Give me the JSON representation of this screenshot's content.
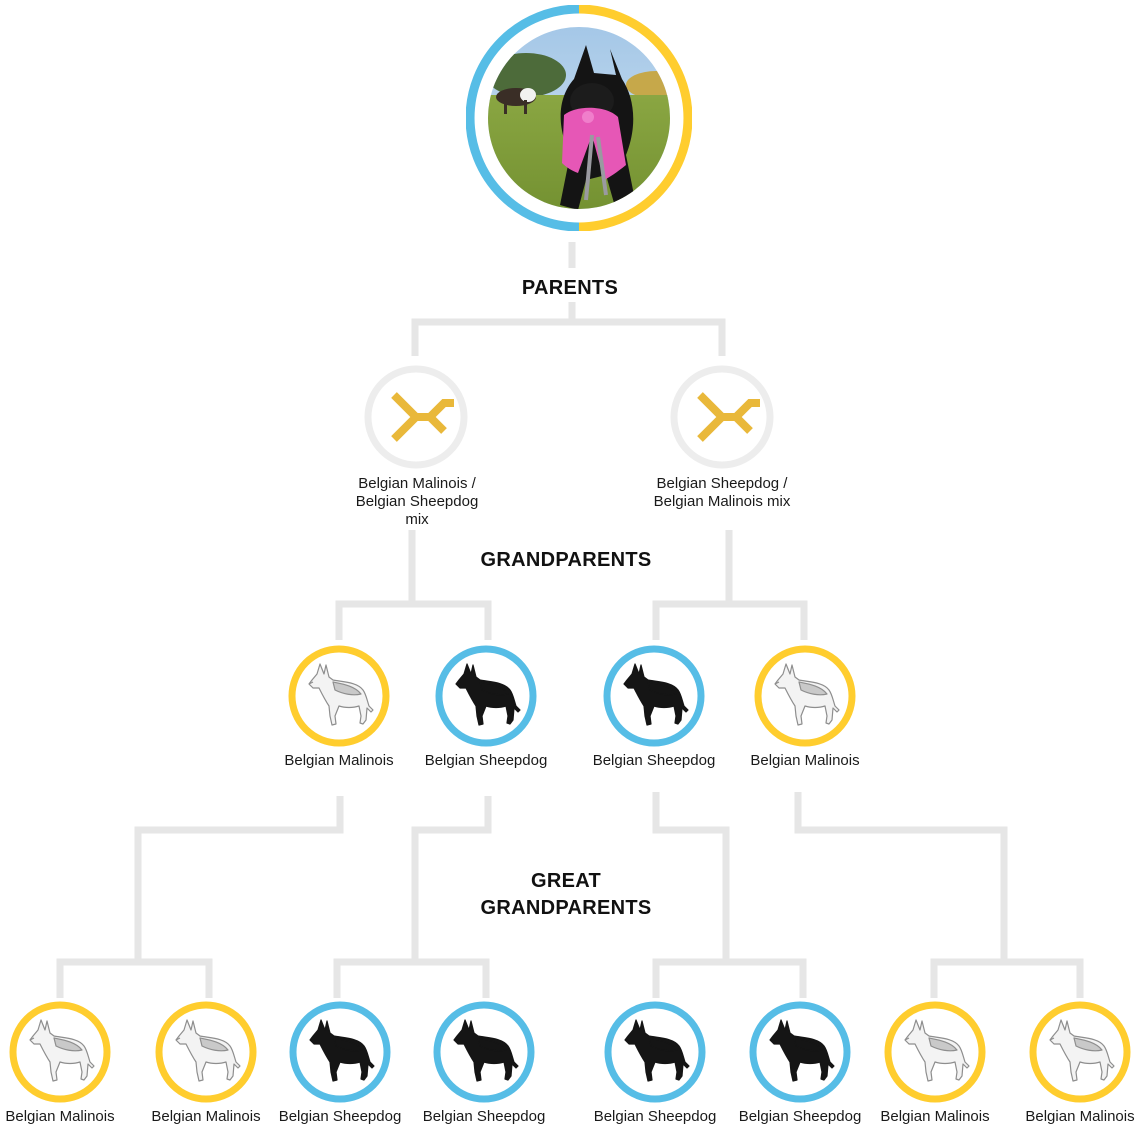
{
  "colors": {
    "malinois_ring": "#ffcd2e",
    "sheepdog_ring": "#56bde6",
    "connector": "#e6e6e6",
    "parent_ring": "#ededed",
    "parent_icon": "#e9b83a",
    "grass": "#7a9a36",
    "toy": "#e657b6"
  },
  "subject": {
    "photo": "black-dog-with-pink-toy-photo",
    "ring": [
      "sheepdog",
      "malinois"
    ]
  },
  "headings": {
    "parents": "PARENTS",
    "grandparents": "GRANDPARENTS",
    "great_grandparents": "GREAT\nGRANDPARENTS"
  },
  "parents": [
    {
      "label": "Belgian Malinois / Belgian Sheepdog mix",
      "icon": "mixed-breed-icon"
    },
    {
      "label": "Belgian Sheepdog / Belgian Malinois mix",
      "icon": "mixed-breed-icon"
    }
  ],
  "grandparents": [
    {
      "label": "Belgian Malinois",
      "breed": "malinois"
    },
    {
      "label": "Belgian Sheepdog",
      "breed": "sheepdog"
    },
    {
      "label": "Belgian Sheepdog",
      "breed": "sheepdog"
    },
    {
      "label": "Belgian Malinois",
      "breed": "malinois"
    }
  ],
  "great_grandparents": [
    {
      "label": "Belgian Malinois",
      "breed": "malinois"
    },
    {
      "label": "Belgian Malinois",
      "breed": "malinois"
    },
    {
      "label": "Belgian Sheepdog",
      "breed": "sheepdog"
    },
    {
      "label": "Belgian Sheepdog",
      "breed": "sheepdog"
    },
    {
      "label": "Belgian Sheepdog",
      "breed": "sheepdog"
    },
    {
      "label": "Belgian Sheepdog",
      "breed": "sheepdog"
    },
    {
      "label": "Belgian Malinois",
      "breed": "malinois"
    },
    {
      "label": "Belgian Malinois",
      "breed": "malinois"
    }
  ]
}
